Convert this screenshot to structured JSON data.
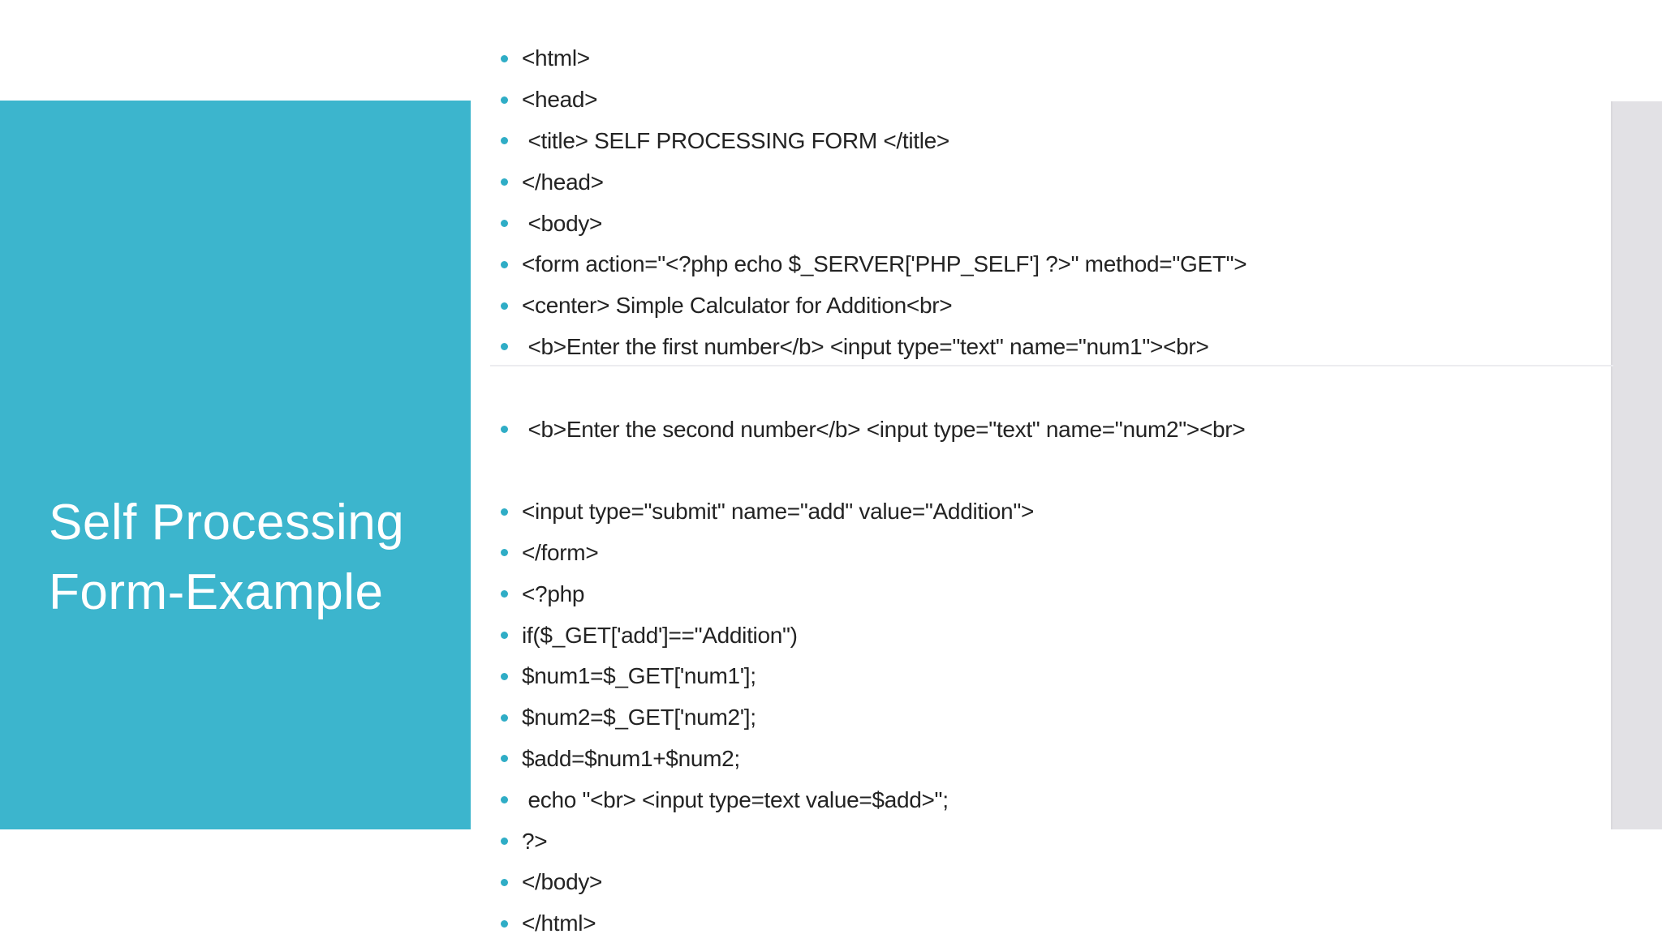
{
  "slide": {
    "title": {
      "lines": [
        "Self Processing",
        "Form-Example"
      ]
    },
    "code_lines": [
      "<html>",
      "<head>",
      " <title> SELF PROCESSING FORM </title>",
      "</head>",
      " <body>",
      "<form action=\"<?php echo $_SERVER['PHP_SELF'] ?>\" method=\"GET\">",
      "<center> Simple Calculator for Addition<br>",
      " <b>Enter the first number</b> <input type=\"text\" name=\"num1\"><br>",
      "",
      " <b>Enter the second number</b> <input type=\"text\" name=\"num2\"><br>",
      "",
      "<input type=\"submit\" name=\"add\" value=\"Addition\">",
      "</form>",
      "<?php",
      "if($_GET['add']==\"Addition\")",
      "$num1=$_GET['num1'];",
      "$num2=$_GET['num2'];",
      "$add=$num1+$num2;",
      " echo \"<br> <input type=text value=$add>\";",
      "?>",
      "</body>",
      "</html>"
    ],
    "colors": {
      "accent": "#3cb5cd",
      "bullet": "#2fadc6",
      "text": "#232323",
      "strip": "#e2e1e5",
      "title": "#ffffff",
      "divider": "#ececf0"
    }
  }
}
